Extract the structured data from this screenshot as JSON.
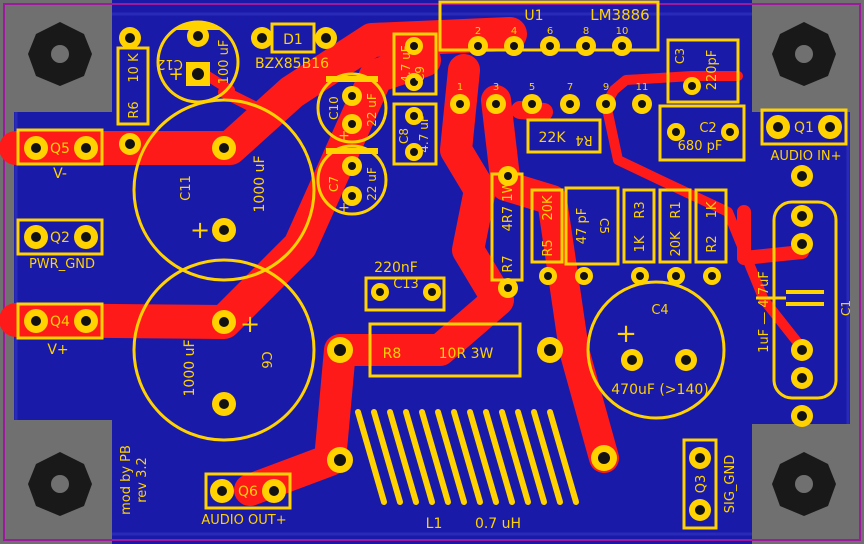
{
  "colors": {
    "background": "#000000",
    "board_fill": "#1a1aa8",
    "board_edge": "#2a2ab8",
    "copper": "#ff1a1a",
    "silkscreen": "#ffd200",
    "pad_ring": "#ffd200",
    "pad_hole": "#121212",
    "hardware": "#707070",
    "outline": "#9c1a9c"
  },
  "mounting_hole_icon": "screw-mount-icon",
  "components": {
    "u1": {
      "ref": "U1",
      "part": "LM3886",
      "pin_labels": [
        "1",
        "2",
        "3",
        "4",
        "5",
        "6",
        "7",
        "8",
        "9",
        "10",
        "11"
      ]
    },
    "d1": {
      "ref": "D1",
      "value": "BZX85B16"
    },
    "c12": {
      "ref": "C12",
      "value": "100 uF",
      "polarity": "+"
    },
    "r6": {
      "ref": "R6",
      "value": "10 K"
    },
    "c11": {
      "ref": "C11",
      "value": "1000 uF",
      "polarity": "+"
    },
    "c6": {
      "ref": "C6",
      "value": "1000 uF",
      "polarity": "+"
    },
    "c10": {
      "ref": "C10",
      "value": "22 uF",
      "polarity": "+"
    },
    "c7": {
      "ref": "C7",
      "value": "22 uF",
      "polarity": "+"
    },
    "c9": {
      "ref": "C9",
      "value": "4.7 uF"
    },
    "c8": {
      "ref": "C8",
      "value": "4.7 uF"
    },
    "c3": {
      "ref": "C3",
      "value": "220pF"
    },
    "r4": {
      "ref": "R4",
      "value": "22K"
    },
    "c2": {
      "ref": "C2",
      "value": "680 pF"
    },
    "r7": {
      "ref": "R7",
      "value": "4R7 1W"
    },
    "r5": {
      "ref": "R5",
      "value": "20K"
    },
    "c5": {
      "ref": "C5",
      "value": "47 pF"
    },
    "r3": {
      "ref": "R3",
      "value": "1K"
    },
    "r1": {
      "ref": "R1",
      "value": "20K"
    },
    "r2": {
      "ref": "R2",
      "value": "1K"
    },
    "c13": {
      "ref": "C13",
      "value": "220nF"
    },
    "r8": {
      "ref": "R8",
      "value": "10R 3W"
    },
    "c4": {
      "ref": "C4",
      "value": "470uF (>140)",
      "polarity": "+"
    },
    "c1": {
      "ref": "C1",
      "value": "1uF — 4.7uF"
    },
    "l1": {
      "ref": "L1",
      "value": "0.7 uH"
    }
  },
  "connectors": {
    "q1": {
      "ref": "Q1",
      "label": "AUDIO IN+"
    },
    "q2": {
      "ref": "Q2",
      "label": "PWR_GND"
    },
    "q3": {
      "ref": "Q3",
      "label": "SIG_GND"
    },
    "q4": {
      "ref": "Q4",
      "label": "V+"
    },
    "q5": {
      "ref": "Q5",
      "label": "V-"
    },
    "q6": {
      "ref": "Q6",
      "label": "AUDIO OUT+"
    }
  },
  "credits": {
    "author": "mod by PB",
    "revision": "rev 3.2"
  }
}
